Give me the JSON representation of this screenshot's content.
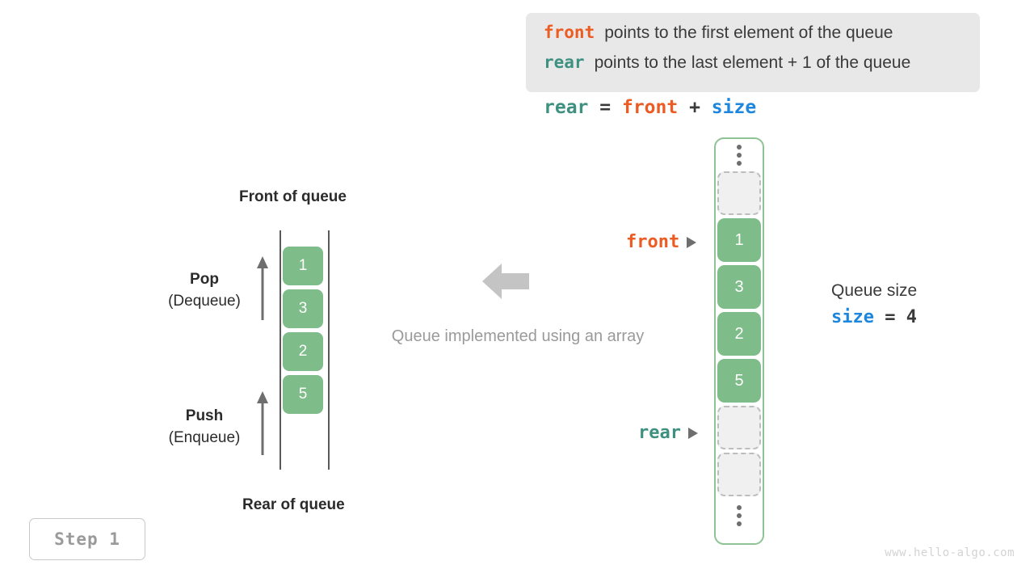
{
  "legend": {
    "lines": [
      {
        "keyword": "front",
        "keyword_color": "#ec5b22",
        "text": "points to the first element of the queue"
      },
      {
        "keyword": "rear",
        "keyword_color": "#3e9181",
        "text": "points to the last element + 1 of the queue"
      }
    ]
  },
  "formula": {
    "lhs": "rear",
    "eq": "=",
    "rhs1": "front",
    "plus": "+",
    "rhs2": "size"
  },
  "left_diagram": {
    "front_label": "Front of queue",
    "rear_label": "Rear of queue",
    "pop": {
      "title": "Pop",
      "subtitle": "(Dequeue)"
    },
    "push": {
      "title": "Push",
      "subtitle": "(Enqueue)"
    },
    "cells": [
      "1",
      "3",
      "2",
      "5"
    ]
  },
  "center": {
    "caption": "Queue implemented using an array",
    "arrow_icon": "left-arrow-icon"
  },
  "array_diagram": {
    "top_ellipsis": "⋮",
    "bottom_ellipsis": "⋮",
    "slots": [
      {
        "type": "empty",
        "value": ""
      },
      {
        "type": "filled",
        "value": "1"
      },
      {
        "type": "filled",
        "value": "3"
      },
      {
        "type": "filled",
        "value": "2"
      },
      {
        "type": "filled",
        "value": "5"
      },
      {
        "type": "empty",
        "value": ""
      },
      {
        "type": "empty",
        "value": ""
      }
    ],
    "front_pointer": "front",
    "rear_pointer": "rear"
  },
  "size_note": {
    "title": "Queue size",
    "var": "size",
    "eq": "=",
    "value": "4"
  },
  "step_badge": "Step 1",
  "watermark": "www.hello-algo.com",
  "colors": {
    "green_fill": "#7ebc89",
    "green_border": "#8ec396",
    "orange": "#ec5b22",
    "teal": "#3e9181",
    "blue": "#1e87dd",
    "gray_text": "#9a9a9a",
    "legend_bg": "#e8e8e8"
  }
}
